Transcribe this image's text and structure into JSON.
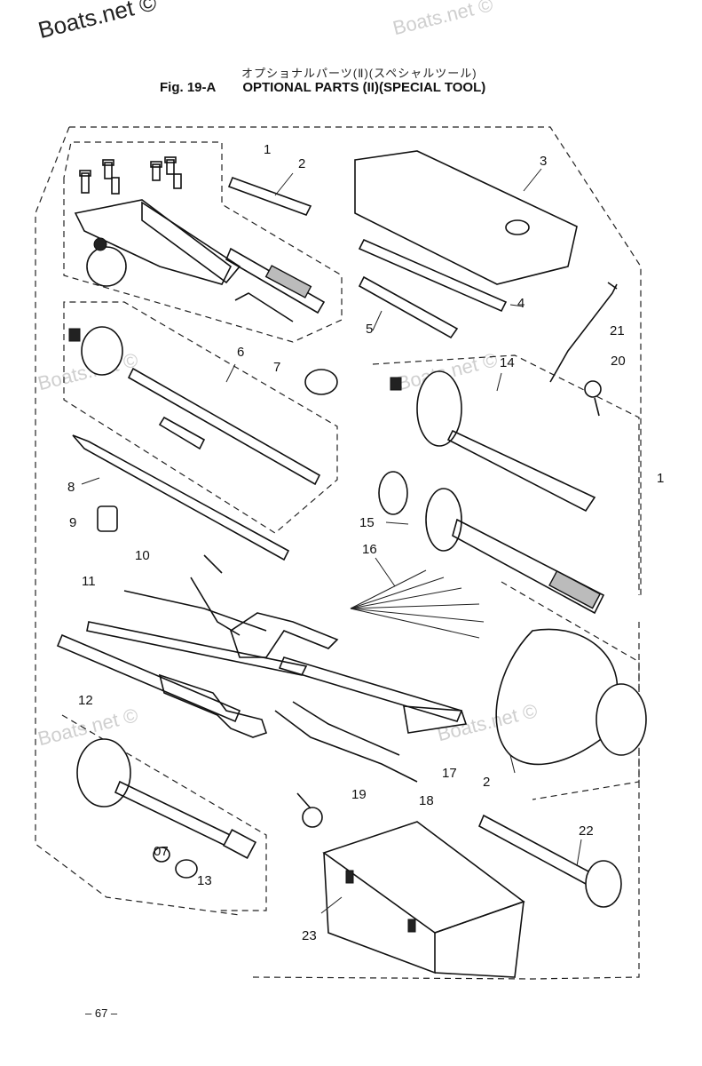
{
  "watermarks": [
    "Boats.net ©",
    "Boats.net ©",
    "Boats.net ©",
    "Boats.net ©",
    "Boats.net ©",
    "Boats.net ©"
  ],
  "title_jp": "オプショナルパーツ(Ⅱ)(スペシャルツール)",
  "title_fig": "Fig. 19-A",
  "title_en": "OPTIONAL PARTS (II)(SPECIAL TOOL)",
  "callouts": [
    "1",
    "2",
    "3",
    "4",
    "5",
    "21",
    "6",
    "7",
    "14",
    "20",
    "1",
    "8",
    "9",
    "15",
    "10",
    "16",
    "11",
    "12",
    "17",
    "2",
    "19",
    "18",
    "22",
    "07",
    "13",
    "23"
  ],
  "page_number": "– 67 –"
}
